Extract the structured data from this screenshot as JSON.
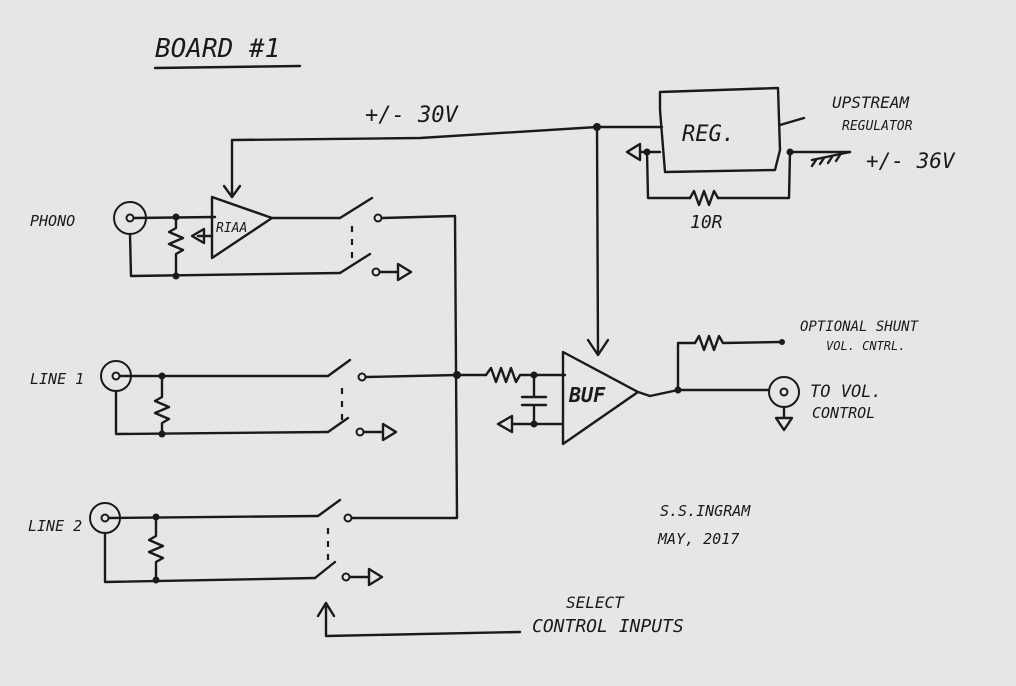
{
  "title": "BOARD #1",
  "rail_label": "+/- 30V",
  "regulator": {
    "label": "REG.",
    "upstream_line1": "UPSTREAM",
    "upstream_line2": "REGULATOR",
    "input_voltage": "+/- 36V",
    "bypass_resistor": "10R"
  },
  "inputs": {
    "phono": "PHONO",
    "line1": "LINE 1",
    "line2": "LINE 2"
  },
  "riaa_label": "RIAA",
  "buffer_label": "BUF",
  "output": {
    "shunt_line1": "OPTIONAL SHUNT",
    "shunt_line2": "VOL. CNTRL.",
    "to_vol_line1": "TO VOL.",
    "to_vol_line2": "CONTROL"
  },
  "signature": {
    "name": "S.S.INGRAM",
    "date": "MAY, 2017"
  },
  "select": {
    "line1": "SELECT",
    "line2": "CONTROL INPUTS"
  }
}
